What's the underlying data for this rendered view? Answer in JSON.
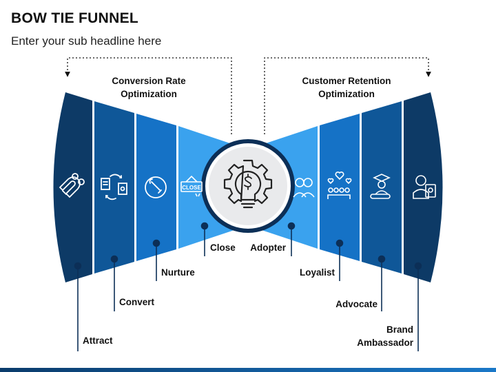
{
  "header": {
    "title": "BOW TIE FUNNEL",
    "subtitle": "Enter your sub headline here"
  },
  "captions": {
    "left": "Conversion Rate Optimization",
    "right": "Customer Retention Optimization"
  },
  "stages": {
    "attract": "Attract",
    "convert": "Convert",
    "nurture": "Nurture",
    "close": "Close",
    "adopter": "Adopter",
    "loyalist": "Loyalist",
    "advocate": "Advocate",
    "brand_ambassador": "Brand Ambassador"
  },
  "center": {
    "icon": "gear-dollar-lightbulb-icon"
  },
  "icons": [
    "magnet-dollar-icon",
    "document-exchange-icon",
    "hand-wrench-icon",
    "close-sign-icon",
    "couple-icon",
    "hearts-community-icon",
    "graduate-diploma-icon",
    "person-badge-icon"
  ],
  "colors": {
    "band_dark": "#0d3a66",
    "band_mid": "#0f5798",
    "band_blue": "#1572c6",
    "band_light": "#3aa2ee",
    "accent_navy": "#0c2f57"
  }
}
